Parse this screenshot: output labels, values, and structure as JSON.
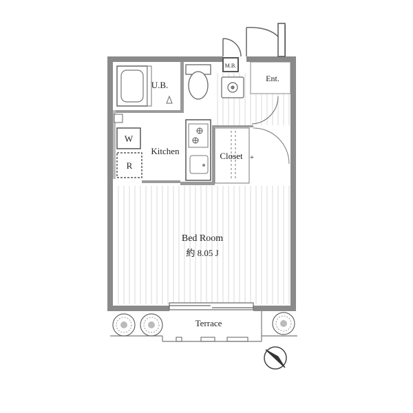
{
  "rooms": {
    "unit_bath": "U.B.",
    "mb": "M.B.",
    "entrance": "Ent.",
    "washer": "W",
    "refrigerator": "R",
    "kitchen": "Kitchen",
    "closet": "Closet",
    "bedroom": "Bed Room",
    "bedroom_size": "約 8.05 J",
    "terrace": "Terrace"
  },
  "icons": {
    "compass": "north-arrow-icon",
    "trees": "shrub-icon",
    "stove": "stove-burner-icon"
  },
  "colors": {
    "wall": "#8a8a8a",
    "wall_dark": "#555555",
    "line": "#666666",
    "floor_line": "#d0d0d0",
    "text": "#222222"
  }
}
